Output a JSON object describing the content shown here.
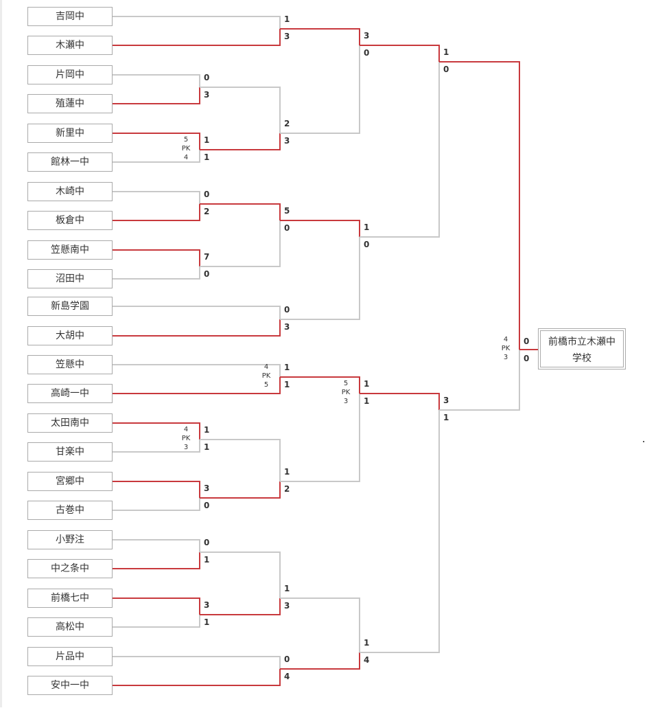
{
  "teams": [
    "吉岡中",
    "木瀬中",
    "片岡中",
    "殖蓮中",
    "新里中",
    "館林一中",
    "木崎中",
    "板倉中",
    "笠懸南中",
    "沼田中",
    "新島学園",
    "大胡中",
    "笠懸中",
    "高崎一中",
    "太田南中",
    "甘楽中",
    "宮郷中",
    "古巻中",
    "小野注",
    "中之条中",
    "前橋七中",
    "高松中",
    "片品中",
    "安中一中"
  ],
  "champion": [
    "前橋市立木瀬中",
    "学校"
  ],
  "pk_label": "PK",
  "pk_counts": [
    [
      "5",
      "4"
    ],
    [
      "4",
      "5"
    ],
    [
      "4",
      "3"
    ],
    [
      "5",
      "3"
    ],
    [
      "4",
      "3"
    ]
  ],
  "scores": {
    "r1": [
      [
        "0",
        "3"
      ],
      [
        "1",
        "1"
      ],
      [
        "0",
        "2"
      ],
      [
        "7",
        "0"
      ],
      [
        "1",
        "1"
      ],
      [
        "3",
        "0"
      ],
      [
        "0",
        "1"
      ],
      [
        "3",
        "1"
      ]
    ],
    "r2": [
      [
        "1",
        "3"
      ],
      [
        "2",
        "3"
      ],
      [
        "5",
        "0"
      ],
      [
        "0",
        "3"
      ],
      [
        "1",
        "1"
      ],
      [
        "1",
        "2"
      ],
      [
        "1",
        "3"
      ],
      [
        "0",
        "4"
      ]
    ],
    "r3": [
      [
        "3",
        "0"
      ],
      [
        "1",
        "0"
      ],
      [
        "1",
        "1"
      ],
      [
        "1",
        "4"
      ]
    ],
    "r4": [
      [
        "1",
        "0"
      ],
      [
        "3",
        "1"
      ]
    ],
    "final": [
      "0",
      "0"
    ]
  },
  "colors": {
    "win": "#c8383c",
    "lose": "#c8c8c8",
    "border": "#a9a9a9"
  }
}
